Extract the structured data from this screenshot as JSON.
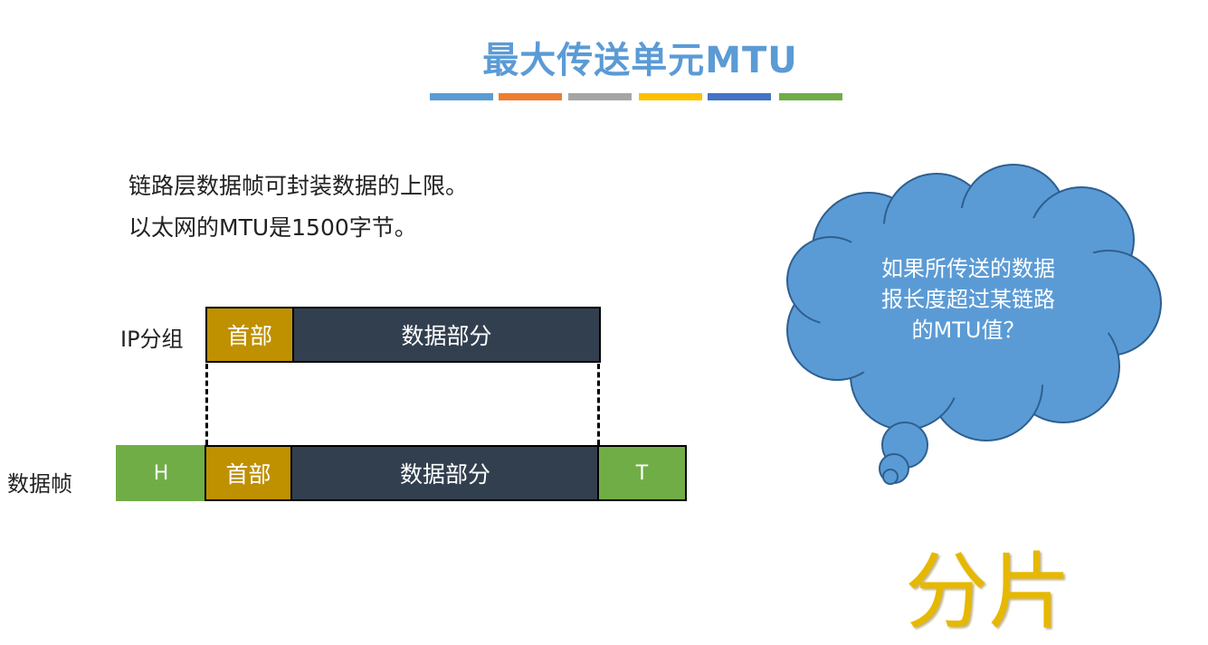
{
  "title": "最大传送单元MTU",
  "colors": {
    "title": "#5B9BD5",
    "title_bars": [
      "#5B9BD5",
      "#ED7D31",
      "#A5A5A5",
      "#FFC000",
      "#4472C4",
      "#70AD47"
    ],
    "header": "#BF9000",
    "data": "#323F4F",
    "frame_ht": "#70AD47",
    "cloud": "#5B9BD5",
    "big_text": "#E6B800"
  },
  "lines": [
    "链路层数据帧可封装数据的上限。",
    "以太网的MTU是1500字节。"
  ],
  "ip_packet": {
    "label": "IP分组",
    "header": "首部",
    "data": "数据部分"
  },
  "frame": {
    "label": "数据帧",
    "head": "H",
    "header": "首部",
    "data": "数据部分",
    "tail": "T"
  },
  "cloud_text": [
    "如果所传送的数据",
    "报长度超过某链路",
    "的MTU值？"
  ],
  "answer": "分片"
}
